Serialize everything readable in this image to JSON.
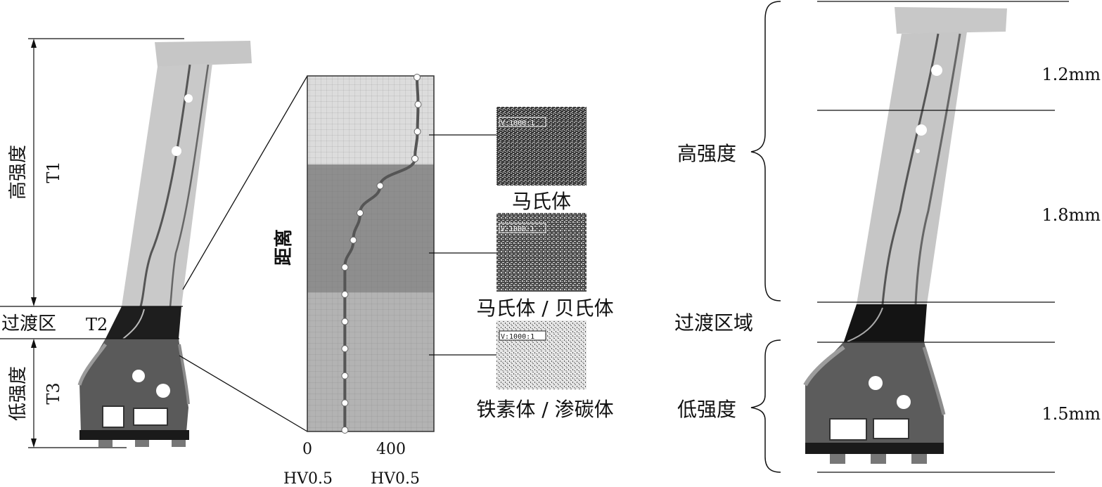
{
  "left_zones": {
    "t1_label": "高强度",
    "t1_code": "T1",
    "t2_label": "过渡区",
    "t2_code": "T2",
    "t3_label": "低强度",
    "t3_code": "T3"
  },
  "center_chart": {
    "y_axis_label": "距离",
    "x_tick_0": "0",
    "x_tick_400": "400",
    "x_unit_left": "HV0.5",
    "x_unit_right": "HV0.5"
  },
  "chart_data": {
    "type": "line",
    "x": [
      520,
      525,
      522,
      510,
      345,
      250,
      218,
      178,
      178,
      178,
      178,
      178,
      178,
      178
    ],
    "y_index": [
      0,
      1,
      2,
      3,
      4,
      5,
      6,
      7,
      8,
      9,
      10,
      11,
      12,
      13
    ],
    "xlabel": "HV0.5",
    "ylabel": "距离",
    "xticks": [
      "0",
      "400"
    ],
    "xlim": [
      0,
      600
    ],
    "zones": [
      "马氏体",
      "马氏体 / 贝氏体",
      "铁素体 / 渗碳体"
    ],
    "grid": true
  },
  "micrographs": [
    {
      "caption": "马氏体",
      "scale_tag": "V:1000:1"
    },
    {
      "caption": "马氏体 / 贝氏体",
      "scale_tag": "V:1000:1"
    },
    {
      "caption": "铁素体 / 渗碳体",
      "scale_tag": "V:1000:1"
    }
  ],
  "right_zones": {
    "high_label": "高强度",
    "transition_label": "过渡区域",
    "low_label": "低强度",
    "thk_1": "1.2mm",
    "thk_2": "1.8mm",
    "thk_3": "1.5mm"
  },
  "colors": {
    "part_light": "#c9c9c9",
    "part_dark": "#1a1a1a",
    "zone1": "#d9d9d9",
    "zone2": "#8f8f8f",
    "zone3": "#b5b5b5",
    "curve": "#555555"
  }
}
